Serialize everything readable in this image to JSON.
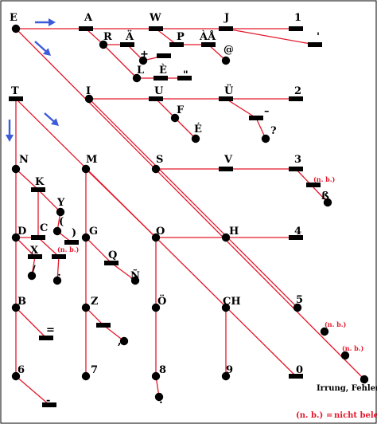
{
  "colors": {
    "edge": "#e4172b",
    "node": "#000000",
    "arrow": "#3b5bdb",
    "unassigned": "#e4172b",
    "background": "#ffffff"
  },
  "nb_text": "(n. b.)",
  "legend": {
    "key": "(n. b.)",
    "equals": "=",
    "meaning": "nicht belegt"
  },
  "error_label": "Irrung, Fehler",
  "labels": {
    "E": "E",
    "A": "A",
    "W": "W",
    "J": "J",
    "one": "1",
    "apos": "'",
    "R": "R",
    "A_uml": "Ä",
    "P": "P",
    "A_grave_ring": "ÀÅ",
    "at": "@",
    "plus": "+",
    "dot": ".",
    "L": "L",
    "E_grave": "È",
    "quote": "\"",
    "T": "T",
    "I": "I",
    "U": "U",
    "U_uml": "Ü",
    "two": "2",
    "F": "F",
    "E_acute": "É",
    "dash": "–",
    "question": "?",
    "N": "N",
    "M": "M",
    "S": "S",
    "V": "V",
    "three": "3",
    "eszett": "ß",
    "K": "K",
    "Y": "Y",
    "lparen": "(",
    "rparen": ")",
    "D": "D",
    "C": "C",
    "G": "G",
    "O": "O",
    "H": "H",
    "four": "4",
    "X": "X",
    "slash": "/",
    "semicolon": ";",
    "Q": "Q",
    "N_tilde": "Ñ",
    "B": "B",
    "Z": "Z",
    "O_uml": "Ö",
    "CH": "CH",
    "five": "5",
    "equals": "=",
    "comma": ",",
    "six": "6",
    "seven": "7",
    "eight": "8",
    "nine": "9",
    "zero": "0",
    "hyphen": "-",
    "colon": ":"
  }
}
